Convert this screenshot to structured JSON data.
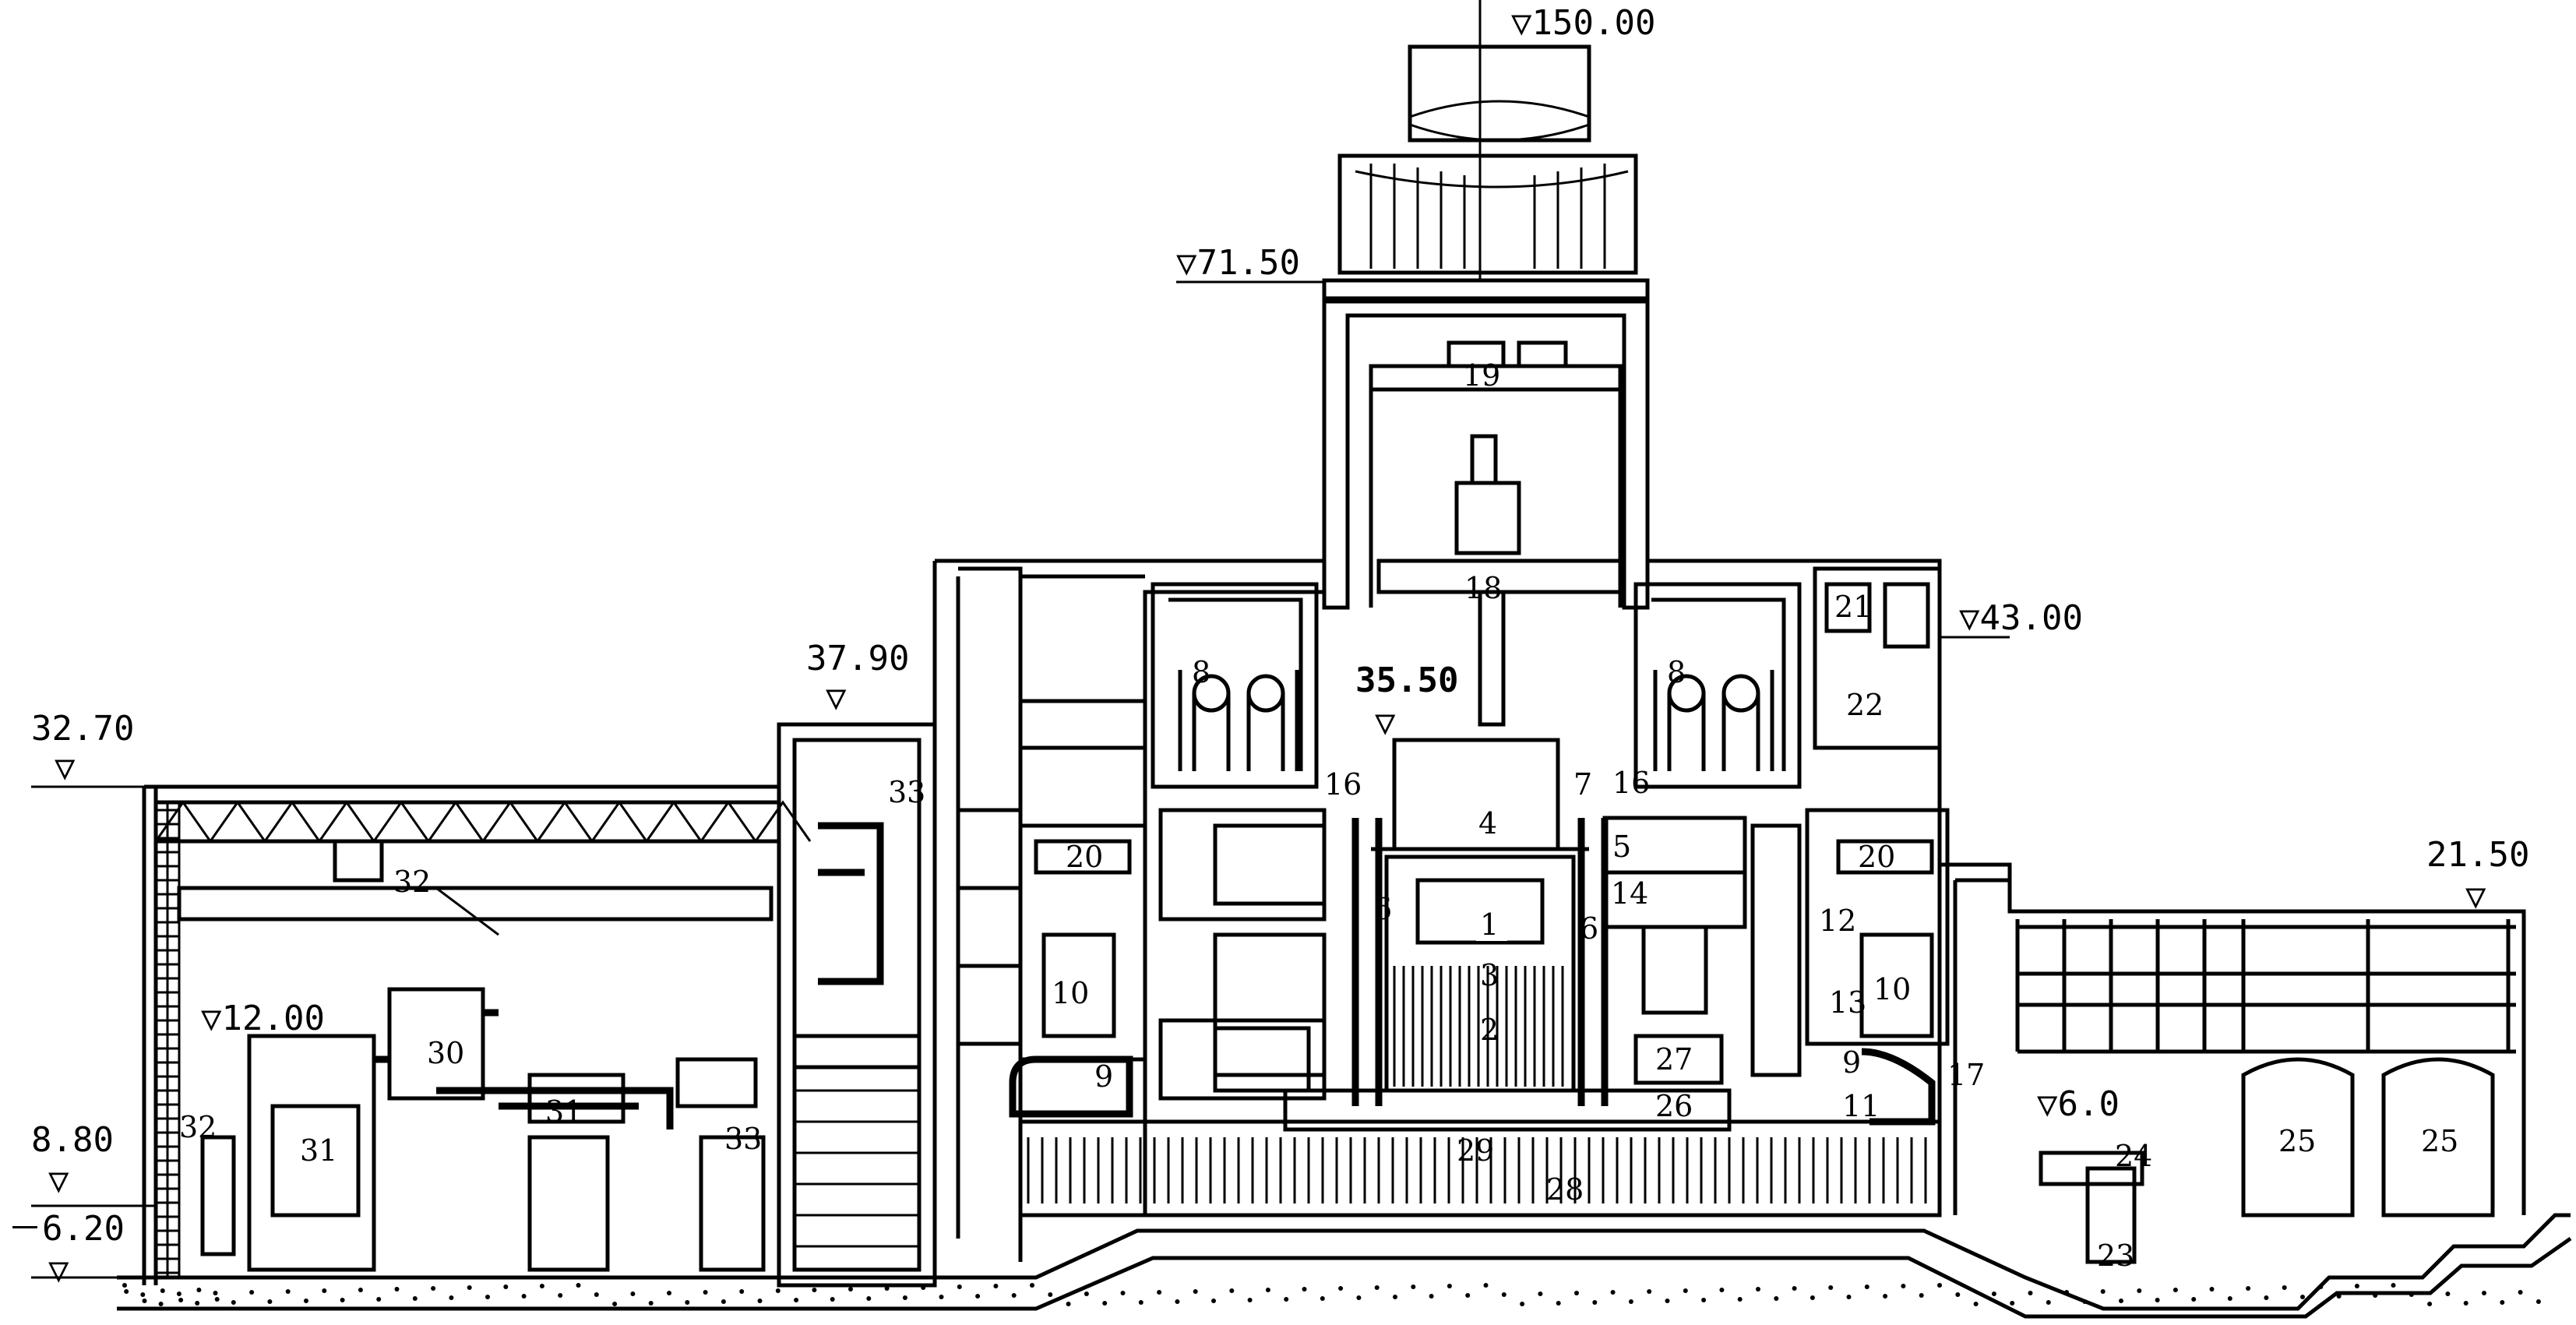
{
  "elevations": {
    "e150": "▽150.00",
    "e71": "▽71.50",
    "e43": "▽43.00",
    "e37": "37.90",
    "e35": "35.50",
    "e32": "32.70",
    "e21": "21.50",
    "e12": "▽12.00",
    "e8": "8.80",
    "e6m": "－6.20",
    "e6": "▽6.0",
    "tri": "▽"
  },
  "labels": {
    "n1": "1",
    "n2": "2",
    "n3": "3",
    "n4": "4",
    "n5": "5",
    "n6": "6",
    "n7": "7",
    "n8": "8",
    "n9": "9",
    "n10": "10",
    "n11": "11",
    "n12": "12",
    "n13": "13",
    "n14": "14",
    "n16": "16",
    "n17": "17",
    "n18": "18",
    "n19": "19",
    "n20": "20",
    "n21": "21",
    "n22": "22",
    "n23": "23",
    "n24": "24",
    "n25": "25",
    "n26": "26",
    "n27": "27",
    "n28": "28",
    "n29": "29",
    "n30": "30",
    "n31": "31",
    "n32": "32",
    "n33": "33"
  }
}
